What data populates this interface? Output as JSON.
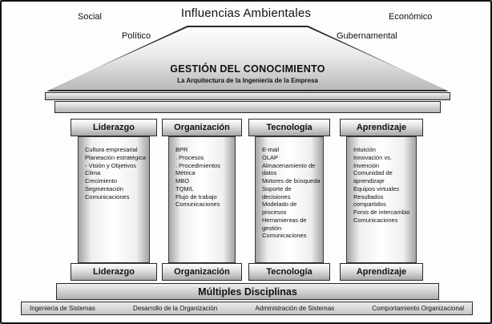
{
  "header": {
    "title": "Influencias Ambientales",
    "corner_labels": {
      "top_left": "Social",
      "top_right": "Económico",
      "mid_left": "Político",
      "mid_right": "Gubernamental"
    }
  },
  "pediment": {
    "title": "GESTIÓN DEL CONOCIMIENTO",
    "subtitle": "La Arquitectura de la Ingeniería de la Empresa"
  },
  "pillars": [
    {
      "label": "Liderazgo",
      "items": [
        "Cultura empresarial",
        "Planeación estratégica",
        "- Visión y Objetivos",
        "Clima",
        "Crecimiento",
        "Segmentación",
        "Comunicaciones"
      ]
    },
    {
      "label": "Organización",
      "items": [
        "BPR",
        ". Procesos",
        ". Procedimientos",
        "Métrica",
        "MBO",
        "TQM/L",
        "Flujo de trabajo",
        "Comunicaciones"
      ]
    },
    {
      "label": "Tecnología",
      "items": [
        "E-mail",
        "OLAP",
        "Almacenamiento de datos",
        "Motores de búsqueda",
        "Soporte de decisiones",
        "Modelado de procesos",
        "Herramientas de gestión",
        "Comunicaciones"
      ]
    },
    {
      "label": "Aprendizaje",
      "items": [
        "Intuición",
        "Innovación vs. Invención",
        "Comunidad de aprendizaje",
        "Equipos virtuales",
        "Resultados compartidos",
        "Foros de intercambio",
        "Comunicaciones"
      ]
    }
  ],
  "foundation": {
    "title": "Múltiples Disciplinas",
    "disciplines": [
      "Ingeniería de Sistemas",
      "Desarrollo de la Organización",
      "Administración de Sistemas",
      "Comportamiento Organizacional"
    ]
  },
  "colors": {
    "border": "#111111",
    "metal_light": "#ffffff",
    "metal_dark": "#a8a8a8",
    "background": "#fdfdfd"
  }
}
